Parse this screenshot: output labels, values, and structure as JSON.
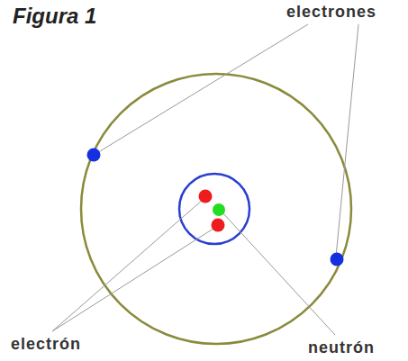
{
  "diagram": {
    "title": "Figura 1",
    "labels": [
      "electrones",
      "electrón",
      "neutrón"
    ]
  }
}
